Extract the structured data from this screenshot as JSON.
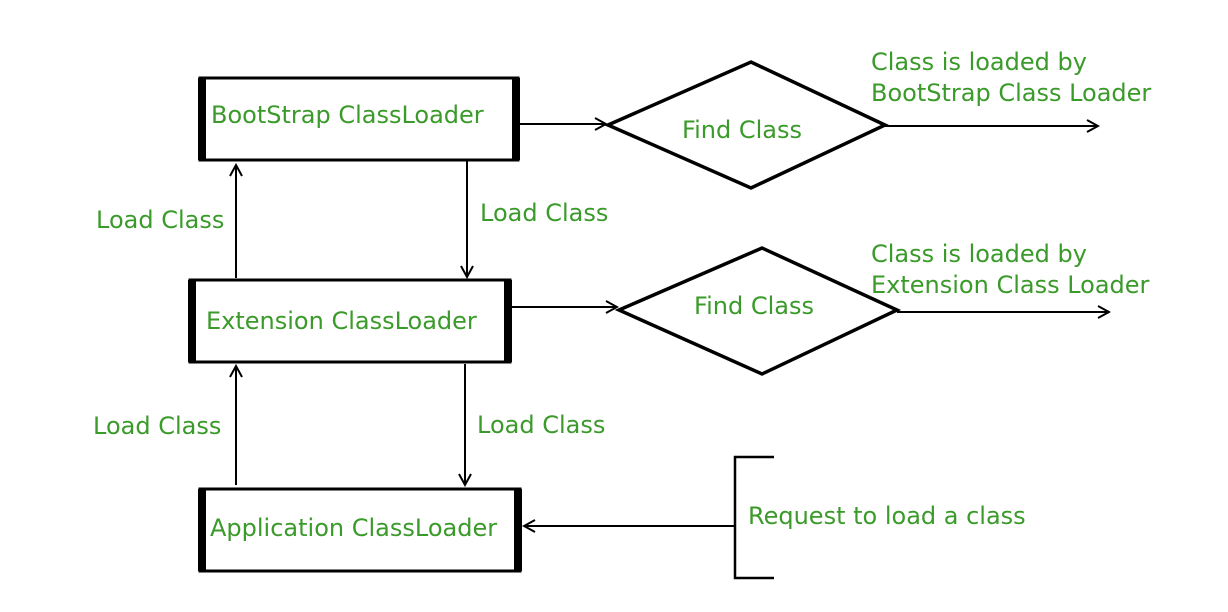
{
  "colors": {
    "text": "#3a9a2a",
    "stroke": "#000000",
    "background": "#ffffff"
  },
  "boxes": {
    "bootstrap": "BootStrap ClassLoader",
    "extension": "Extension ClassLoader",
    "application": "Application ClassLoader"
  },
  "decisions": {
    "find_top": "Find Class",
    "find_mid": "Find Class"
  },
  "edges": {
    "load_up_top": "Load Class",
    "load_down_top": "Load Class",
    "load_up_bottom": "Load Class",
    "load_down_bottom": "Load Class"
  },
  "results": {
    "bootstrap_line1": "Class is loaded by",
    "bootstrap_line2": "BootStrap Class Loader",
    "extension_line1": "Class is loaded by",
    "extension_line2": "Extension Class Loader"
  },
  "request": "Request to load a class"
}
